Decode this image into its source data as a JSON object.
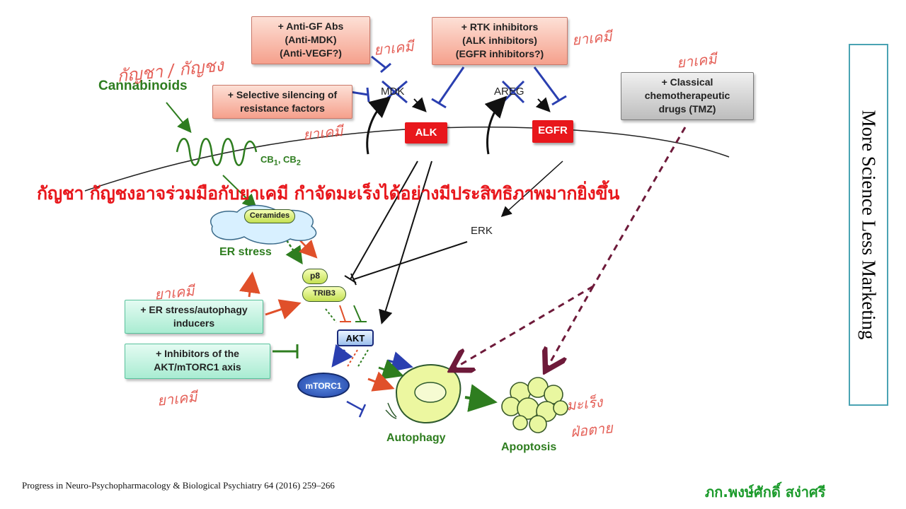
{
  "boxes": {
    "anti_gf": [
      "+ Anti-GF Abs",
      "(Anti-MDK)",
      "(Anti-VEGF?)"
    ],
    "selective": [
      "+ Selective silencing of",
      "resistance factors"
    ],
    "rtk": [
      "+ RTK inhibitors",
      "(ALK inhibitors)",
      "(EGFR inhibitors?)"
    ],
    "classical": [
      "+ Classical",
      "chemotherapeutic",
      "drugs (TMZ)"
    ],
    "er_inducers": [
      "+ ER stress/autophagy",
      "inducers"
    ],
    "akt_inhibitors": [
      "+ Inhibitors of the",
      "AKT/mTORC1 axis"
    ]
  },
  "nodes": {
    "cannabinoids": "Cannabinoids",
    "cb": "CB",
    "cb1_sub": "1",
    "cb_sep": ", CB",
    "cb2_sub": "2",
    "mdk": "MDK",
    "areg": "AREG",
    "alk": "ALK",
    "egfr": "EGFR",
    "erk": "ERK",
    "ceramides": "Ceramides",
    "er_stress": "ER stress",
    "p8": "p8",
    "trib3": "TRIB3",
    "akt": "AKT",
    "mtorc1": "mTORC1",
    "autophagy": "Autophagy",
    "apoptosis": "Apoptosis"
  },
  "headline": "กัญชา กัญชงอาจร่วมมือกับยาเคมี กำจัดมะเร็งได้อย่างมีประสิทธิภาพมากยิ่งขึ้น",
  "handwriting": {
    "cannabis": "กัญชา / กัญชง",
    "chemo_1": "ยาเคมี",
    "chemo_2": "ยาเคมี",
    "chemo_3": "ยาเคมี",
    "chemo_4": "ยาเคมี",
    "chemo_5": "ยาเคมี",
    "chemo_6": "ยาเคมี",
    "cancer": "มะเร็ง",
    "death": "ฝ่อตาย"
  },
  "citation": "Progress in Neuro-Psychopharmacology & Biological  Psychiatry 64 (2016) 259–266",
  "author": "ภก.พงษ์ศักดิ์ สง่าศรี",
  "side_banner": "More Science Less Marketing",
  "colors": {
    "headline": "#e8171c",
    "author": "#1a9a2a",
    "cannabinoid_green": "#2e7d1f",
    "receptor_red": "#e8171c",
    "inhibit_blue": "#2a3fb0",
    "dashed_purple": "#6e1a3a",
    "side_border": "#4aa3b3"
  }
}
